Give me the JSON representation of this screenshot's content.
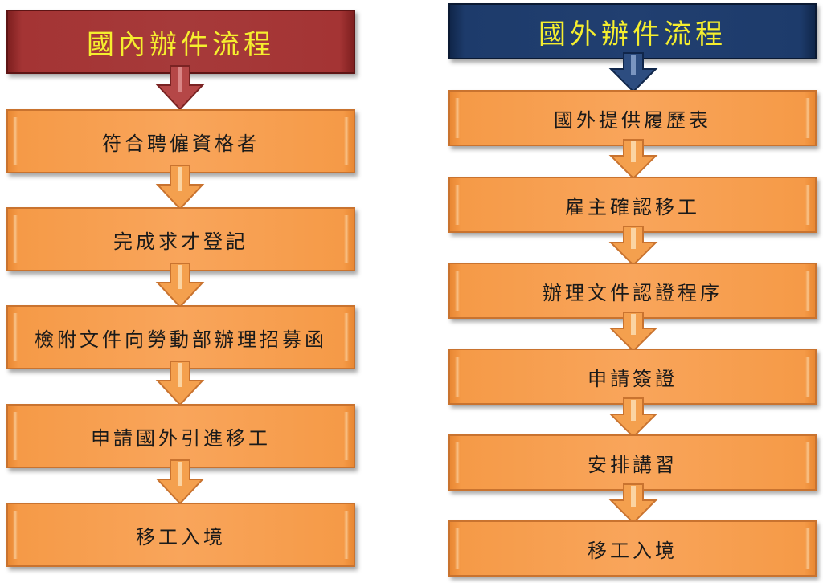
{
  "left": {
    "title": "國內辦件流程",
    "steps": [
      "符合聘僱資格者",
      "完成求才登記",
      "檢附文件向勞動部辦理招募函",
      "申請國外引進移工",
      "移工入境"
    ]
  },
  "right": {
    "title": "國外辦件流程",
    "steps": [
      "國外提供履歷表",
      "雇主確認移工",
      "辦理文件認證程序",
      "申請簽證",
      "安排講習",
      "移工入境"
    ]
  },
  "colors": {
    "left_title_bg": "#a63a3a",
    "right_title_bg": "#213f70",
    "title_text": "#f5ee2e",
    "step_bg": "#f59a47",
    "arrow_fill": "#f4a04e"
  }
}
